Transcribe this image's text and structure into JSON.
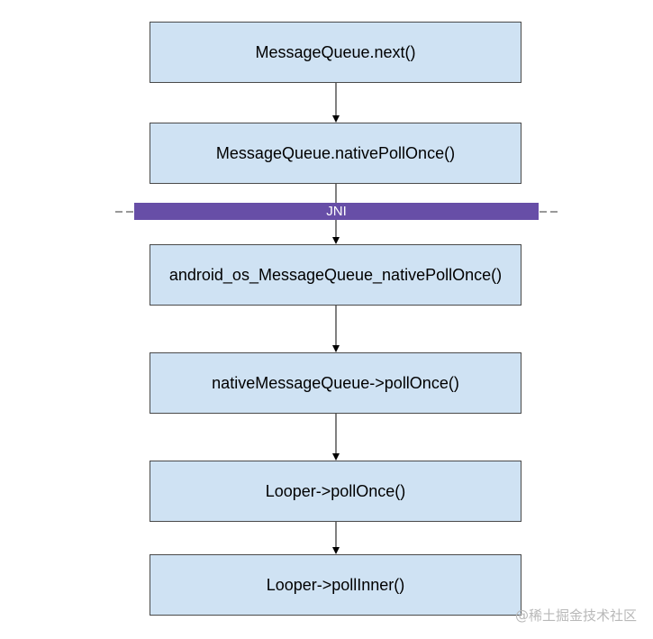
{
  "boxes": [
    "MessageQueue.next()",
    "MessageQueue.nativePollOnce()",
    "android_os_MessageQueue_nativePollOnce()",
    "nativeMessageQueue->pollOnce()",
    "Looper->pollOnce()",
    "Looper->pollInner()"
  ],
  "boundary": {
    "label": "JNI"
  },
  "watermark": "@稀土掘金技术社区",
  "colors": {
    "box_fill": "#cfe2f3",
    "box_border": "#4a4a4a",
    "boundary_fill": "#674ea7",
    "boundary_text": "#ffffff"
  }
}
